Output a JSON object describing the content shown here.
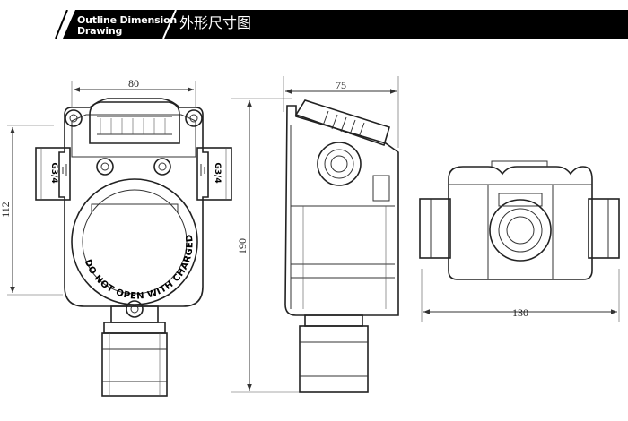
{
  "header": {
    "title_en_line1": "Outline Dimension",
    "title_en_line2": "Drawing",
    "title_cn": "外形尺寸图",
    "bar_color": "#000000"
  },
  "dimensions": {
    "front_width": "80",
    "front_height": "112",
    "side_height": "190",
    "side_depth": "75",
    "top_width": "130"
  },
  "front_view": {
    "thread_left": "G3/4",
    "thread_right": "G3/4",
    "window_text": "DO NOT OPEN WITH CHARGED."
  }
}
